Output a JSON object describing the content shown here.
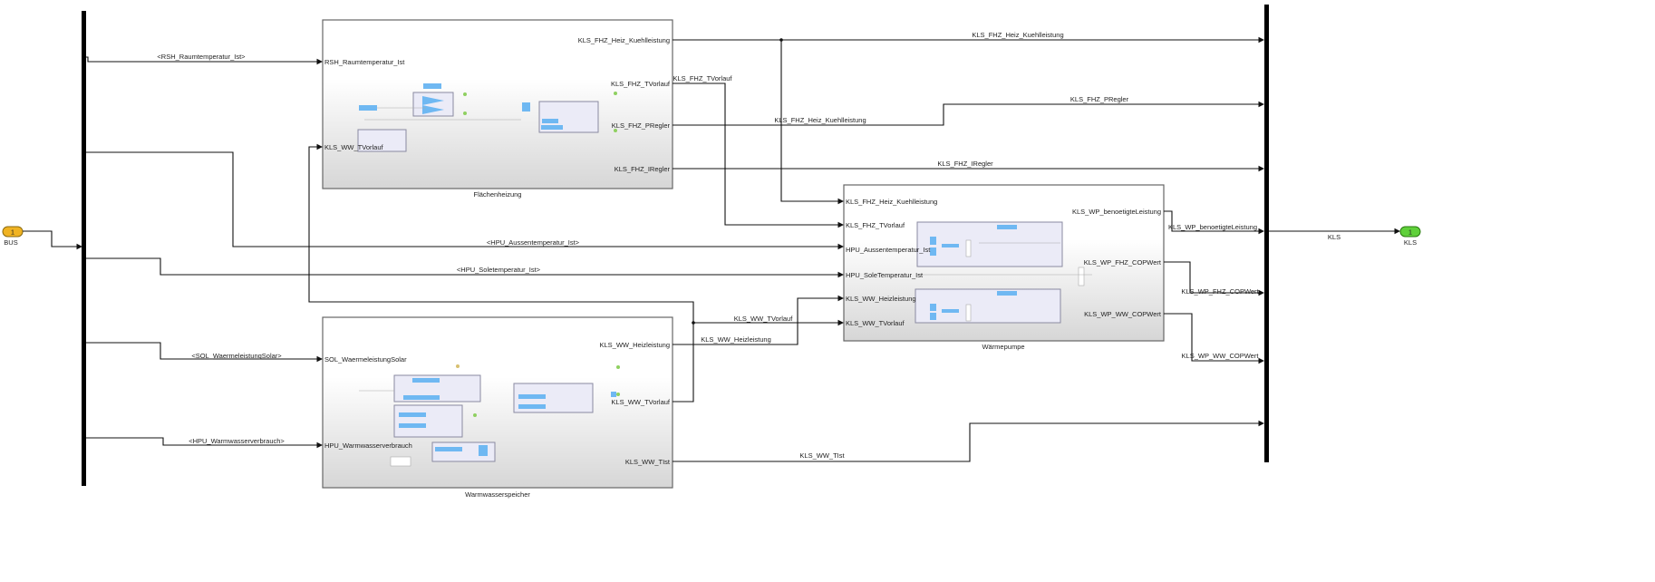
{
  "ports": {
    "inport": {
      "number": "1",
      "label": "BUS",
      "color": "#f0b323"
    },
    "outport": {
      "number": "1",
      "label": "KLS",
      "color": "#5fd03a"
    }
  },
  "blocks": {
    "flaechenheizung": {
      "name": "Flächenheizung",
      "inputs": [
        "RSH_Raumtemperatur_Ist",
        "KLS_WW_TVorlauf"
      ],
      "outputs": [
        "KLS_FHZ_Heiz_Kuehlleistung",
        "KLS_FHZ_TVorlauf",
        "KLS_FHZ_PRegler",
        "KLS_FHZ_IRegler"
      ]
    },
    "waermepumpe": {
      "name": "Wärmepumpe",
      "inputs": [
        "KLS_FHZ_Heiz_Kuehlleistung",
        "KLS_FHZ_TVorlauf",
        "HPU_Aussentemperatur_Ist",
        "HPU_SoleTemperatur_Ist",
        "KLS_WW_Heizleistung",
        "KLS_WW_TVorlauf"
      ],
      "outputs": [
        "KLS_WP_benoetigteLeistung",
        "KLS_WP_FHZ_COPWert",
        "KLS_WP_WW_COPWert"
      ]
    },
    "warmwasserspeicher": {
      "name": "Warmwasserspeicher",
      "inputs": [
        "SOL_WaermeleistungSolar",
        "HPU_Warmwasserverbrauch"
      ],
      "outputs": [
        "KLS_WW_Heizleistung",
        "KLS_WW_TVorlauf",
        "KLS_WW_TIst"
      ]
    }
  },
  "signals": {
    "rsh": "<RSH_Raumtemperatur_Ist>",
    "hpu_aussen": "<HPU_Aussentemperatur_Ist>",
    "hpu_sole": "<HPU_Soletemperatur_Ist>",
    "sol": "<SOL_WaermeleistungSolar>",
    "hpu_ww": "<HPU_Warmwasserverbrauch>",
    "fhz_heiz": "KLS_FHZ_Heiz_Kuehlleistung",
    "fhz_tvorlauf": "KLS_FHZ_TVorlauf",
    "fhz_heiz2": "KLS_FHZ_Heiz_Kuehlleistung",
    "fhz_pregler": "KLS_FHZ_PRegler",
    "fhz_iregler": "KLS_FHZ_IRegler",
    "ww_tvorlauf": "KLS_WW_TVorlauf",
    "ww_heiz": "KLS_WW_Heizleistung",
    "ww_tist": "KLS_WW_TIst",
    "wp_leistung": "KLS_WP_benoetigteLeistung",
    "wp_fhz_cop": "KLS_WP_FHZ_COPWert",
    "wp_ww_cop": "KLS_WP_WW_COPWert",
    "kls": "KLS"
  }
}
